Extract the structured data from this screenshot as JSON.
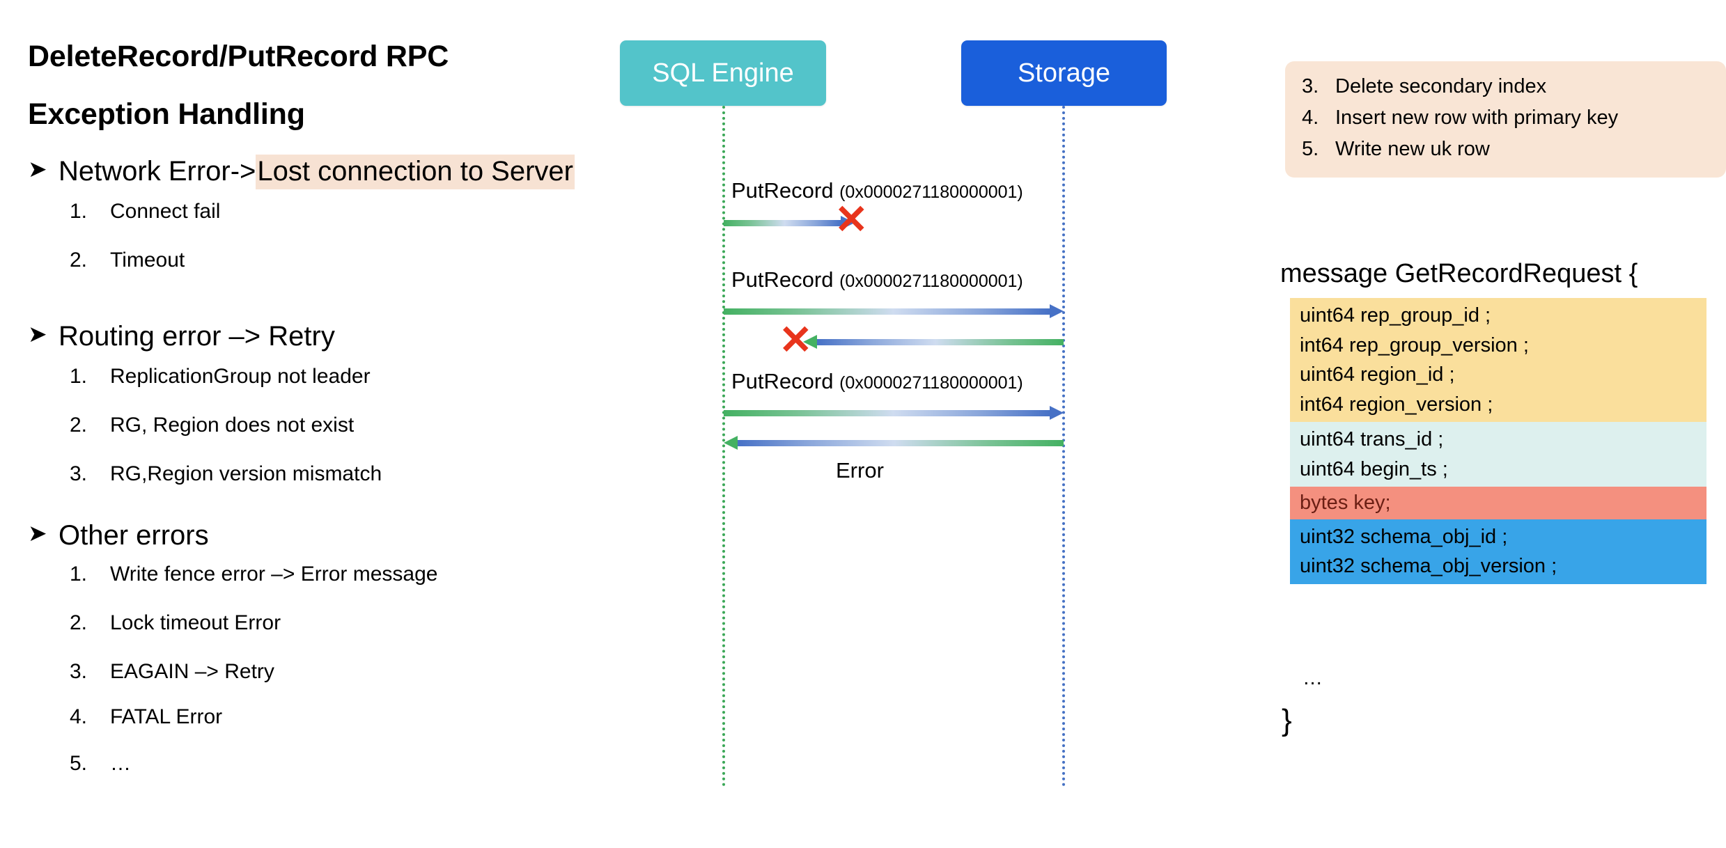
{
  "slide": {
    "title_line1": "DeleteRecord/PutRecord RPC",
    "title_line2": "Exception Handling",
    "bullet_marker": "➤",
    "sections": [
      {
        "heading_plain": "Network Error->",
        "heading_highlight": "Lost connection to Server",
        "items": [
          {
            "num": "1.",
            "text": "Connect fail"
          },
          {
            "num": "2.",
            "text": "Timeout"
          }
        ]
      },
      {
        "heading_plain": "Routing error –> Retry",
        "heading_highlight": "",
        "items": [
          {
            "num": "1.",
            "text": "ReplicationGroup not leader"
          },
          {
            "num": "2.",
            "text": "RG, Region does not exist"
          },
          {
            "num": "3.",
            "text": "RG,Region version mismatch"
          }
        ]
      },
      {
        "heading_plain": "Other errors",
        "heading_highlight": "",
        "items": [
          {
            "num": "1.",
            "text": "Write fence error –> Error message"
          },
          {
            "num": "2.",
            "text": "Lock timeout Error"
          },
          {
            "num": "3.",
            "text": "EAGAIN –> Retry"
          },
          {
            "num": "4.",
            "text": "FATAL Error"
          },
          {
            "num": "5.",
            "text": "…"
          }
        ]
      }
    ]
  },
  "sequence": {
    "actors": [
      {
        "id": "sql-engine",
        "label": "SQL Engine",
        "color": "#53c4ca",
        "lifeline_color": "#3ba757"
      },
      {
        "id": "storage",
        "label": "Storage",
        "color": "#1a5fdb",
        "lifeline_color": "#4571c4"
      }
    ],
    "messages": [
      {
        "name": "PutRecord",
        "arg": "(0x0000271180000001)",
        "direction": "request",
        "outcome": "failed-midway",
        "error_mark": "✕"
      },
      {
        "name": "PutRecord",
        "arg": "(0x0000271180000001)",
        "direction": "request",
        "outcome": "delivered"
      },
      {
        "name": "",
        "arg": "",
        "direction": "response",
        "outcome": "failed-midway",
        "error_mark": "✕"
      },
      {
        "name": "PutRecord",
        "arg": "(0x0000271180000001)",
        "direction": "request",
        "outcome": "delivered"
      },
      {
        "name": "Error",
        "arg": "",
        "direction": "response",
        "outcome": "delivered"
      }
    ],
    "error_mark_color": "#e8341c"
  },
  "steps_card": {
    "background": "#f9e5d5",
    "items": [
      {
        "num": "3.",
        "text": "Delete secondary index"
      },
      {
        "num": "4.",
        "text": "Insert new row with primary key"
      },
      {
        "num": "5.",
        "text": "Write new uk row"
      }
    ]
  },
  "proto": {
    "title": "message GetRecordRequest {",
    "closing": "}",
    "ellipsis": "…",
    "groups": [
      {
        "background": "#fadf9c",
        "text_color": "#000000",
        "lines": [
          "uint64 rep_group_id ;",
          "int64 rep_group_version ;",
          "uint64 region_id ;",
          "int64 region_version ;"
        ]
      },
      {
        "background": "#ddf0ee",
        "text_color": "#000000",
        "lines": [
          "uint64 trans_id ;",
          "uint64 begin_ts ;"
        ]
      },
      {
        "background": "#f4907f",
        "text_color": "#6b1f14",
        "lines": [
          "bytes key;"
        ]
      },
      {
        "background": "#38a4e8",
        "text_color": "#000000",
        "lines": [
          "uint32 schema_obj_id ;",
          "uint32 schema_obj_version ;"
        ]
      }
    ]
  }
}
